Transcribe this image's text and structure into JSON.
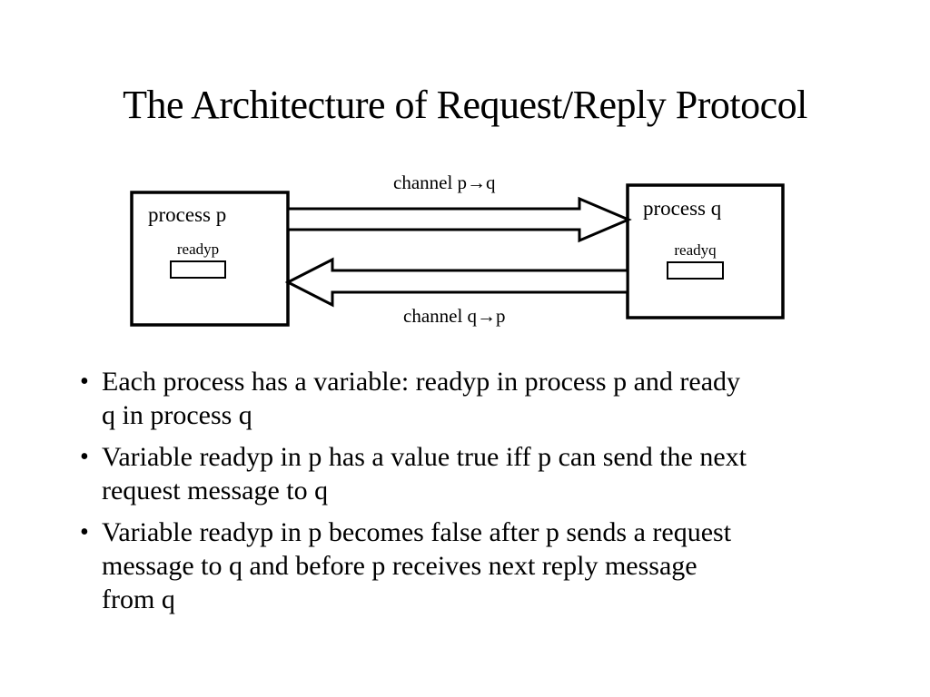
{
  "slide": {
    "title": "The Architecture of Request/Reply Protocol",
    "diagram": {
      "channel_pq_label": "channel p→q",
      "channel_qp_label": "channel q→p",
      "process_p": {
        "title": "process p",
        "variable": "readyp"
      },
      "process_q": {
        "title": "process q",
        "variable": "readyq"
      }
    },
    "bullets": [
      "Each process has a variable: readyp in process p and ready\nq in process q",
      "Variable readyp in p has a value true iff p can send the next\nrequest message to q",
      "Variable readyp in p becomes false after p sends a request\nmessage to q and before p receives next reply message\nfrom q"
    ],
    "bullet_glyph": "•",
    "colors": {
      "background": "#ffffff",
      "ink": "#000000"
    }
  }
}
